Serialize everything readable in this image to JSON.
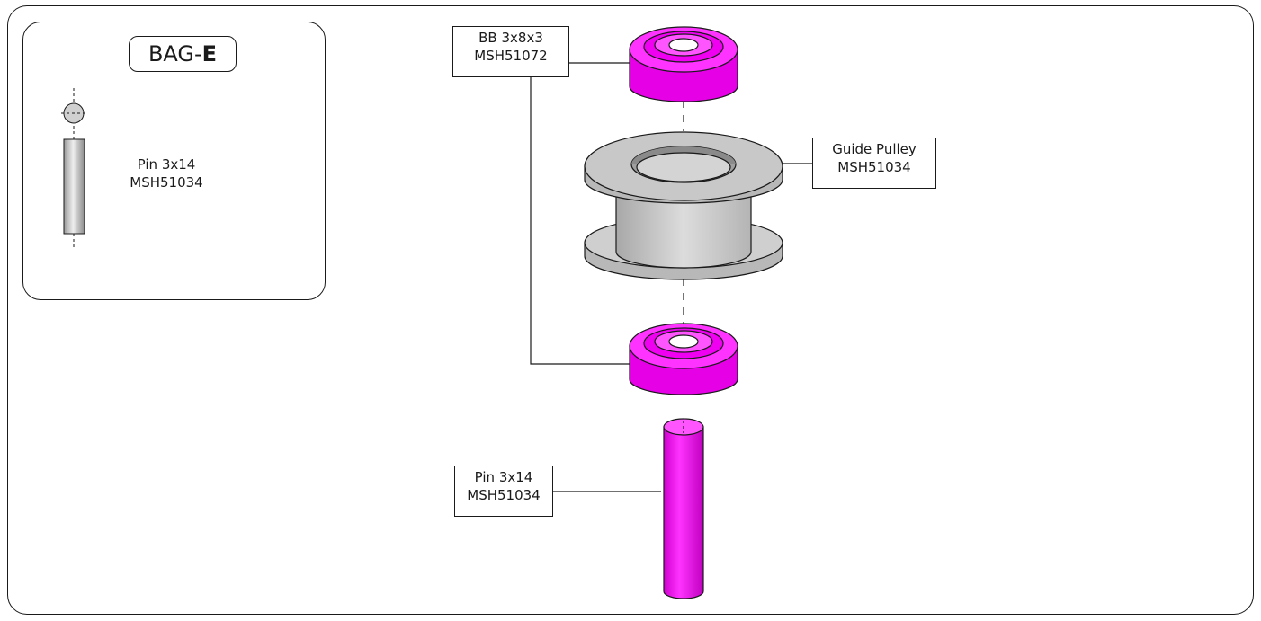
{
  "bag": {
    "title_prefix": "BAG-",
    "title_letter": "E",
    "part_name": "Pin 3x14",
    "part_code": "MSH51034"
  },
  "callouts": {
    "bearing": {
      "line1": "BB 3x8x3",
      "line2": "MSH51072"
    },
    "pulley": {
      "line1": "Guide Pulley",
      "line2": "MSH51034"
    },
    "pin": {
      "line1": "Pin 3x14",
      "line2": "MSH51034"
    }
  },
  "colors": {
    "bearing": "#e600e6",
    "pin": "#e600e6",
    "pulley": "#c8c8c8",
    "outline": "#1a1a1a"
  }
}
